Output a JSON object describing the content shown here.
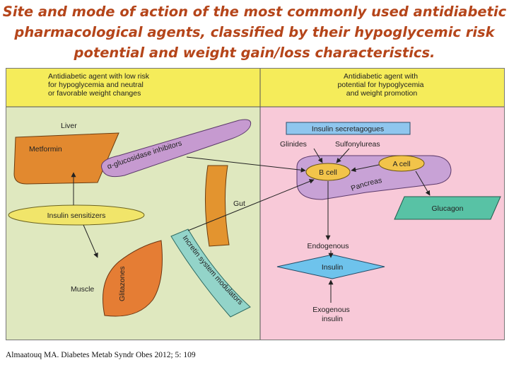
{
  "title": {
    "line1": "Site and mode of action of the most commonly used antidiabetic",
    "line2": "pharmacological agents, classified by their hypoglycemic risk",
    "line3": "potential and weight gain/loss characteristics."
  },
  "panels": {
    "left_header": [
      "Antidiabetic agent with low risk",
      "for hypoglycemia and neutral",
      "or favorable weight changes"
    ],
    "right_header": [
      "Antidiabetic agent with",
      "potential for hypoglycemia",
      "and weight promotion"
    ]
  },
  "labels": {
    "liver": "Liver",
    "metformin": "Metformin",
    "alpha_glucosidase": "α-glucosidase inhibitors",
    "gut": "Gut",
    "insulin_sensitizers": "Insulin sensitizers",
    "incretin": "Incretin system modulators",
    "glitazones": "Glitazones",
    "muscle": "Muscle",
    "insulin_secretagogues": "Insulin secretagogues",
    "glinides": "Glinides",
    "sulfonylureas": "Sulfonylureas",
    "a_cell": "A cell",
    "b_cell": "B cell",
    "pancreas": "Pancreas",
    "glucagon": "Glucagon",
    "endogenous": "Endogenous",
    "insulin": "Insulin",
    "exogenous": [
      "Exogenous",
      "insulin"
    ]
  },
  "colors": {
    "title": "#b5451a",
    "header_bg": "#f5ec5a",
    "left_bg": "#dfe8bf",
    "right_bg": "#f8c9d8",
    "liver": "#e2892f",
    "alpha_glucosidase": "#c69ad0",
    "gut": "#e3942f",
    "insulin_sensitizers": "#f1e56a",
    "incretin": "#93d4c9",
    "glitazones": "#e57d34",
    "secretagogues": "#8fc6ee",
    "pancreas": "#c8a2d6",
    "cells": "#f2c44a",
    "glucagon": "#58c2a5",
    "insulin": "#6ec3ec"
  },
  "caption": "Almaatouq MA. Diabetes Metab Syndr Obes 2012; 5: 109"
}
